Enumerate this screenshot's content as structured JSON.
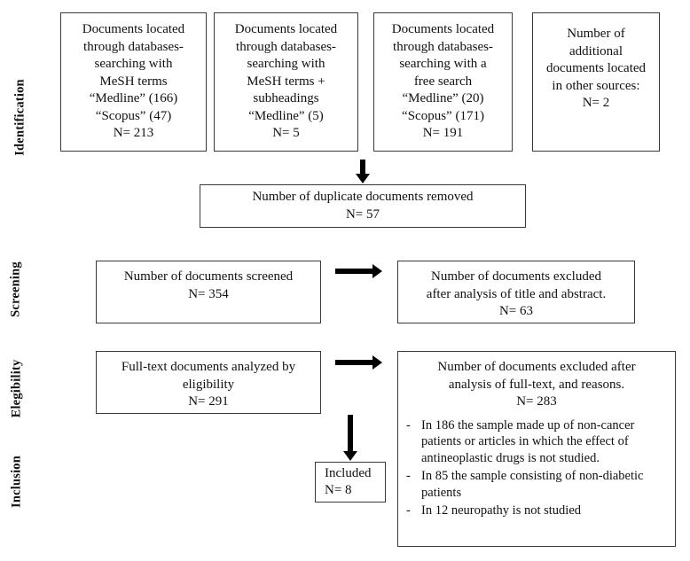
{
  "diagram": {
    "type": "prisma-flow-diagram",
    "stage_labels": [
      {
        "id": "identification",
        "label": "Identification"
      },
      {
        "id": "screening",
        "label": "Screening"
      },
      {
        "id": "elegibility",
        "label": "Elegibility"
      },
      {
        "id": "inclusion",
        "label": "Inclusion"
      }
    ],
    "identification": {
      "source_boxes": [
        {
          "id": "mesh-terms",
          "lines": [
            "Documents located",
            "through databases-",
            "searching with",
            "MeSH terms",
            "“Medline” (166)",
            "“Scopus” (47)",
            "N= 213"
          ],
          "total": "N= 213"
        },
        {
          "id": "mesh-terms-subheadings",
          "lines": [
            "Documents located",
            "through databases-",
            "searching with",
            "MeSH terms +",
            "subheadings",
            "“Medline” (5)",
            "N= 5"
          ],
          "total": "N= 5"
        },
        {
          "id": "free-search",
          "lines": [
            "Documents located",
            "through databases-",
            "searching with a",
            "free search",
            "“Medline” (20)",
            "“Scopus” (171)",
            "N= 191"
          ],
          "total": "N= 191"
        },
        {
          "id": "other-sources",
          "lines": [
            "Number of",
            "additional",
            "documents located",
            "in other sources:",
            "N= 2"
          ],
          "total": "N= 2"
        }
      ],
      "duplicates_box": {
        "id": "duplicates-removed",
        "lines": [
          "Number of duplicate documents removed",
          "N= 57"
        ],
        "total": "N= 57"
      }
    },
    "screening": {
      "screened_box": {
        "id": "documents-screened",
        "lines": [
          "Number  of documents screened",
          "N= 354"
        ],
        "total": "N= 354"
      },
      "excluded_box": {
        "id": "excluded-title-abstract",
        "lines": [
          "Number of documents excluded",
          "after analysis of title and abstract.",
          "N= 63"
        ],
        "total": "N= 63"
      }
    },
    "elegibility": {
      "fulltext_box": {
        "id": "fulltext-analyzed",
        "lines": [
          "Full-text documents analyzed by",
          "eligibility",
          "N= 291"
        ],
        "total": "N= 291"
      },
      "excluded_box": {
        "id": "excluded-fulltext",
        "lines": [
          "Number of documents excluded after",
          "analysis of full-text, and reasons.",
          "N= 283"
        ],
        "total": "N= 283",
        "bullet_marker": "-",
        "reasons": [
          "In 186 the sample made up of non-cancer patients or articles in which the effect of antineoplastic drugs is not studied.",
          "In 85 the sample consisting of non-diabetic patients",
          "In 12 neuropathy is not studied"
        ]
      }
    },
    "inclusion": {
      "included_box": {
        "id": "included",
        "lines": [
          "Included",
          "N= 8"
        ],
        "total": "N= 8"
      }
    },
    "colors": {
      "border": "#3a3a3a",
      "arrow": "#000000",
      "text": "#111111",
      "background": "#ffffff"
    }
  }
}
